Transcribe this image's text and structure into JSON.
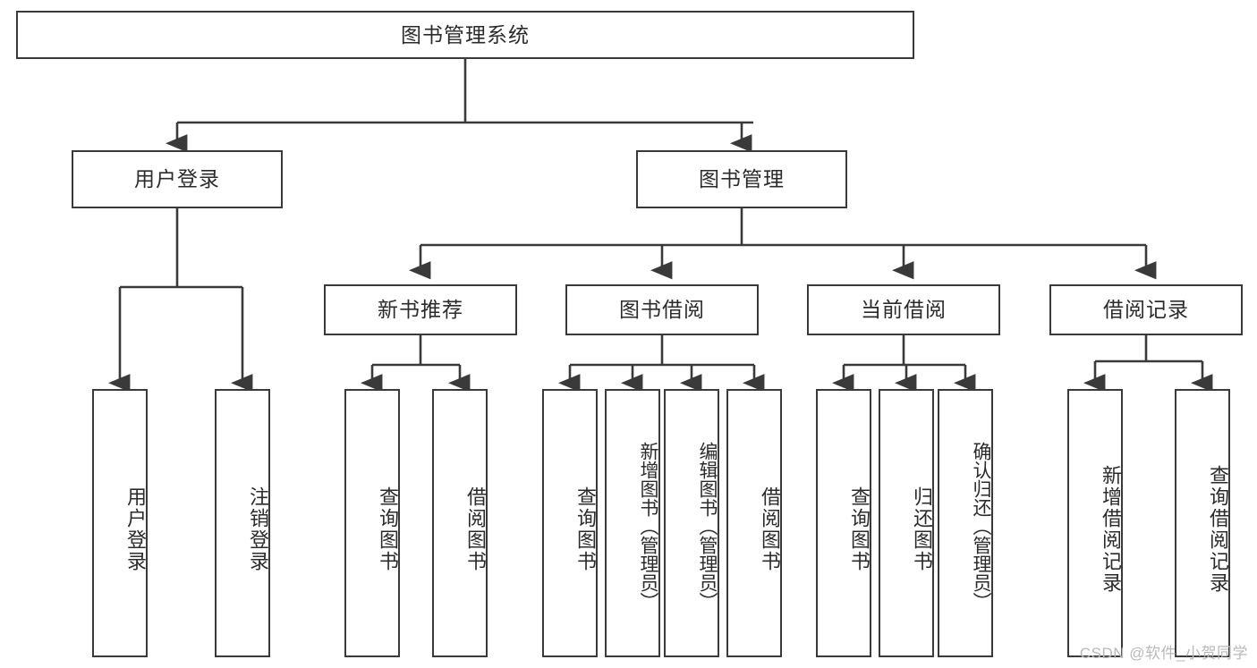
{
  "diagram": {
    "title": "图书管理系统",
    "type": "tree",
    "stroke_color": "#3a3a3a",
    "background_color": "#ffffff",
    "text_color": "#2b2b2b",
    "watermark": "CSDN @软件_小贺同学",
    "levels": 4,
    "nodes": {
      "root": {
        "label": "图书管理系统"
      },
      "level2": [
        {
          "label": "用户登录"
        },
        {
          "label": "图书管理"
        }
      ],
      "level3": [
        {
          "label": "新书推荐"
        },
        {
          "label": "图书借阅"
        },
        {
          "label": "当前借阅"
        },
        {
          "label": "借阅记录"
        }
      ],
      "leaves": {
        "user_login": [
          {
            "label": "用户登录"
          },
          {
            "label": "注销登录"
          }
        ],
        "new_book_recommend": [
          {
            "label": "查询图书"
          },
          {
            "label": "借阅图书"
          }
        ],
        "book_borrow": [
          {
            "label": "查询图书"
          },
          {
            "label": "新增图书（管理员）"
          },
          {
            "label": "编辑图书（管理员）"
          },
          {
            "label": "借阅图书"
          }
        ],
        "current_borrow": [
          {
            "label": "查询图书"
          },
          {
            "label": "归还图书"
          },
          {
            "label": "确认归还（管理员）"
          }
        ],
        "borrow_record": [
          {
            "label": "新增借阅记录"
          },
          {
            "label": "查询借阅记录"
          }
        ]
      }
    }
  }
}
